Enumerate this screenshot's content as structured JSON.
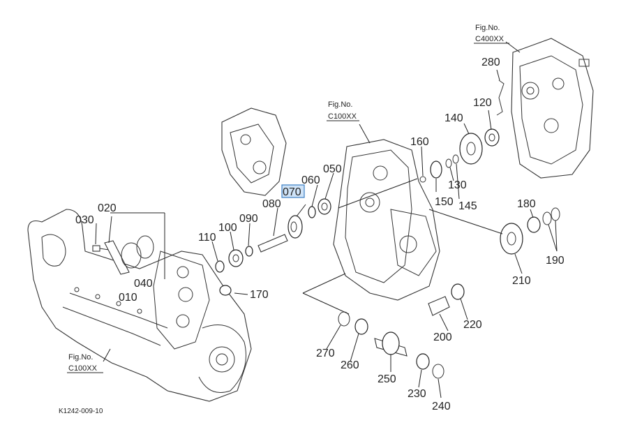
{
  "diagram": {
    "drawing_code": "K1242-009-10",
    "highlight_color": "#cfe3f7",
    "fig_refs": [
      {
        "line1": "Fig.No.",
        "line2": "C400XX"
      },
      {
        "line1": "Fig.No.",
        "line2": "C100XX"
      },
      {
        "line1": "Fig.No.",
        "line2": "C100XX"
      }
    ],
    "callouts": [
      "010",
      "020",
      "030",
      "040",
      "050",
      "060",
      "070",
      "080",
      "090",
      "100",
      "110",
      "120",
      "130",
      "140",
      "145",
      "150",
      "160",
      "170",
      "180",
      "190",
      "200",
      "210",
      "220",
      "230",
      "240",
      "250",
      "260",
      "270",
      "280"
    ],
    "selected_callout": "070"
  }
}
